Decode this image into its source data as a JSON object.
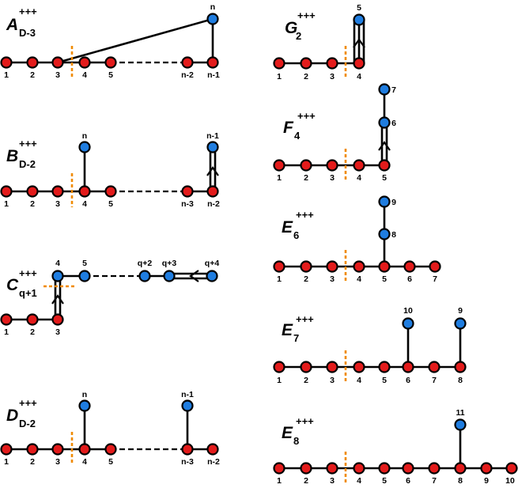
{
  "diagrams": [
    {
      "id": "A",
      "letter": "A",
      "sub": "D-3",
      "sup": "+++",
      "labels": [
        "1",
        "2",
        "3",
        "4",
        "5",
        "n-2",
        "n-1",
        "n"
      ]
    },
    {
      "id": "B",
      "letter": "B",
      "sub": "D-2",
      "sup": "+++",
      "labels": [
        "1",
        "2",
        "3",
        "4",
        "5",
        "n-3",
        "n-2",
        "n",
        "n-1"
      ]
    },
    {
      "id": "C",
      "letter": "C",
      "sub": "q+1",
      "sup": "+++",
      "labels": [
        "1",
        "2",
        "3",
        "4",
        "5",
        "q+2",
        "q+3",
        "q+4"
      ]
    },
    {
      "id": "D",
      "letter": "D",
      "sub": "D-2",
      "sup": "+++",
      "labels": [
        "1",
        "2",
        "3",
        "4",
        "5",
        "n-3",
        "n-2",
        "n",
        "n-1"
      ]
    },
    {
      "id": "G",
      "letter": "G",
      "sub": "2",
      "sup": "+++",
      "labels": [
        "1",
        "2",
        "3",
        "4",
        "5"
      ]
    },
    {
      "id": "F",
      "letter": "F",
      "sub": "4",
      "sup": "+++",
      "labels": [
        "1",
        "2",
        "3",
        "4",
        "5",
        "6",
        "7"
      ]
    },
    {
      "id": "E6",
      "letter": "E",
      "sub": "6",
      "sup": "+++",
      "labels": [
        "1",
        "2",
        "3",
        "4",
        "5",
        "6",
        "7",
        "8",
        "9"
      ]
    },
    {
      "id": "E7",
      "letter": "E",
      "sub": "7",
      "sup": "+++",
      "labels": [
        "1",
        "2",
        "3",
        "4",
        "5",
        "6",
        "7",
        "8",
        "9",
        "10"
      ]
    },
    {
      "id": "E8",
      "letter": "E",
      "sub": "8",
      "sup": "+++",
      "labels": [
        "1",
        "2",
        "3",
        "4",
        "5",
        "6",
        "7",
        "8",
        "9",
        "10",
        "11"
      ]
    }
  ],
  "colors": {
    "real_node": "#e31b1b",
    "imaginary_node": "#1f7de0",
    "cut_line": "#f08a00",
    "edge": "#000000"
  }
}
